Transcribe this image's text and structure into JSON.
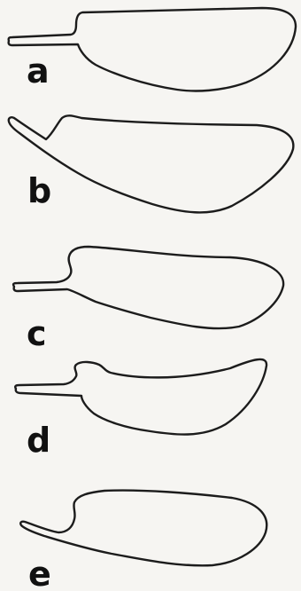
{
  "figure": {
    "panels": [
      {
        "letter": "a"
      },
      {
        "letter": "b"
      },
      {
        "letter": "c"
      },
      {
        "letter": "d"
      },
      {
        "letter": "e"
      }
    ]
  },
  "colors": {
    "background": "#f6f5f2",
    "ink": "#1c1c1c"
  }
}
